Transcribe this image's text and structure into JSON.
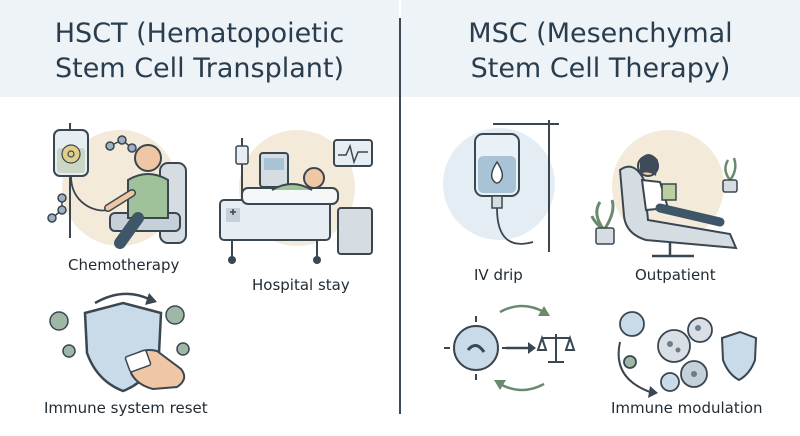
{
  "panels": {
    "left": {
      "title_line1": "HSCT (Hematopoietic",
      "title_line2": "Stem Cell Transplant)",
      "captions": {
        "chemo": "Chemotherapy",
        "hospital": "Hospital stay",
        "immune": "Immune system reset"
      }
    },
    "right": {
      "title_line1": "MSC (Mesenchymal",
      "title_line2": "Stem Cell Therapy)",
      "captions": {
        "iv": "IV drip",
        "outpatient": "Outpatient",
        "modulation": "Immune modulation"
      }
    }
  },
  "colors": {
    "header_bg": "#eef3f7",
    "bg_circle": "#f3ead9",
    "blue_circle": "#e4edf4",
    "line": "#3a4650",
    "shield": "#c9dbe8",
    "cell_green": "#9fb8a6",
    "divider": "#3d4a55"
  },
  "icons": [
    "iv-bag-icon",
    "biohazard-icon",
    "hospital-bed-icon",
    "heart-monitor-icon",
    "shield-icon",
    "virus-icon",
    "hand-icon",
    "water-drop-icon",
    "recliner-chair-icon",
    "plant-icon",
    "scale-icon",
    "cycle-arrows-icon",
    "cell-icon"
  ]
}
